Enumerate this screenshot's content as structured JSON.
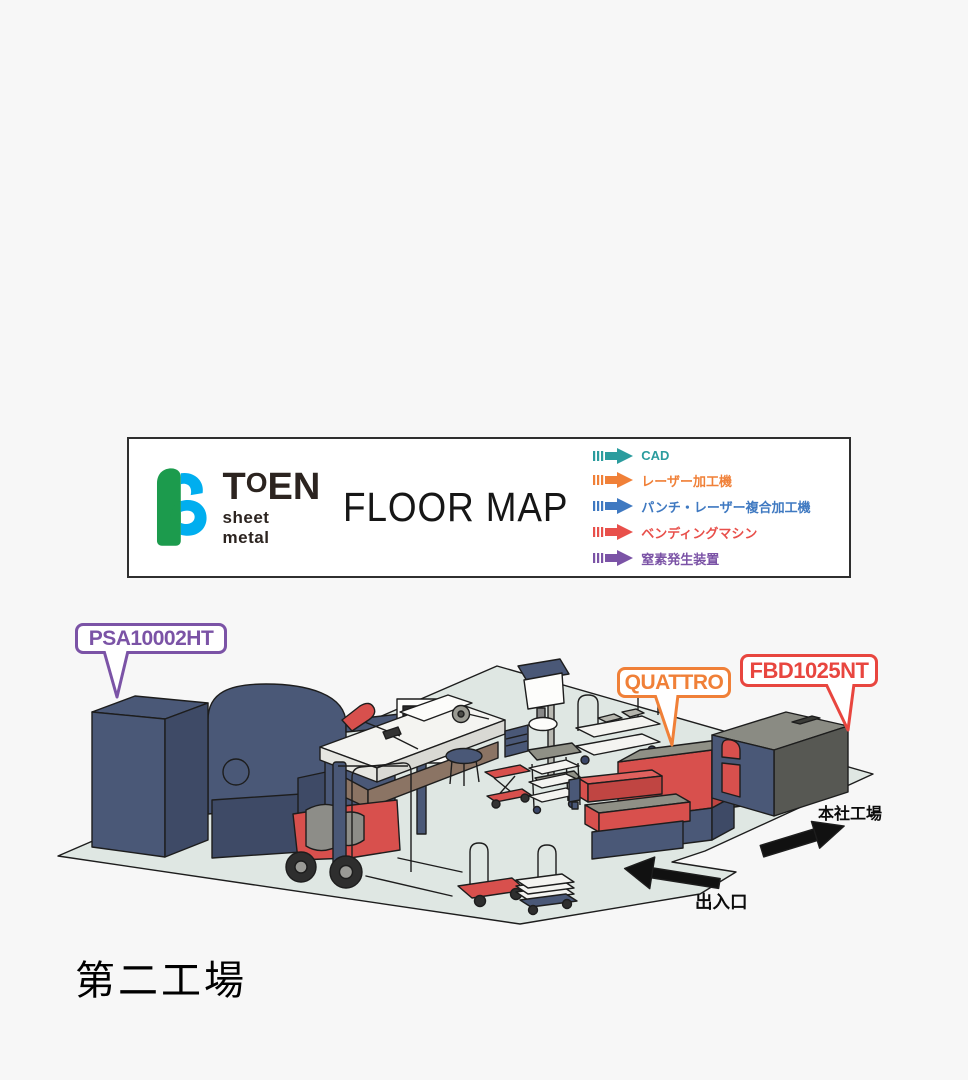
{
  "header": {
    "brand": {
      "parts": [
        "T",
        "O",
        "EN"
      ],
      "sub": "sheet metal",
      "green_color": "#1c9b4d",
      "cyan_color": "#00aeef"
    },
    "title": "FLOOR MAP",
    "legend": {
      "items": [
        {
          "label": "CAD",
          "color": "#2b9c9e"
        },
        {
          "label": "レーザー加工機",
          "color": "#f08038"
        },
        {
          "label": "パンチ・レーザー複合加工機",
          "color": "#3f79c1"
        },
        {
          "label": "ベンディングマシン",
          "color": "#e8504b"
        },
        {
          "label": "窒素発生装置",
          "color": "#7b53a6"
        }
      ]
    }
  },
  "map": {
    "labels": {
      "psa": {
        "text": "PSA10002HT",
        "color": "#7b53a6"
      },
      "quattro": {
        "text": "QUATTRO",
        "color": "#f08038"
      },
      "fbd": {
        "text": "FBD1025NT",
        "color": "#e8463f"
      }
    },
    "directions": {
      "honsha": {
        "text": "本社工場"
      },
      "entrance": {
        "text": "出入口"
      }
    }
  },
  "footer": {
    "title": "第二工場"
  },
  "palette": {
    "machine_navy": "#4a5877",
    "machine_navy_dark": "#3e4a66",
    "machine_red": "#d8504d",
    "machine_red_dark": "#c04542",
    "machine_gray_top": "#8f9086",
    "machine_dark_gray": "#575853",
    "fbd_top_gray": "#8a8b83",
    "floor": "#dfe7e3"
  }
}
